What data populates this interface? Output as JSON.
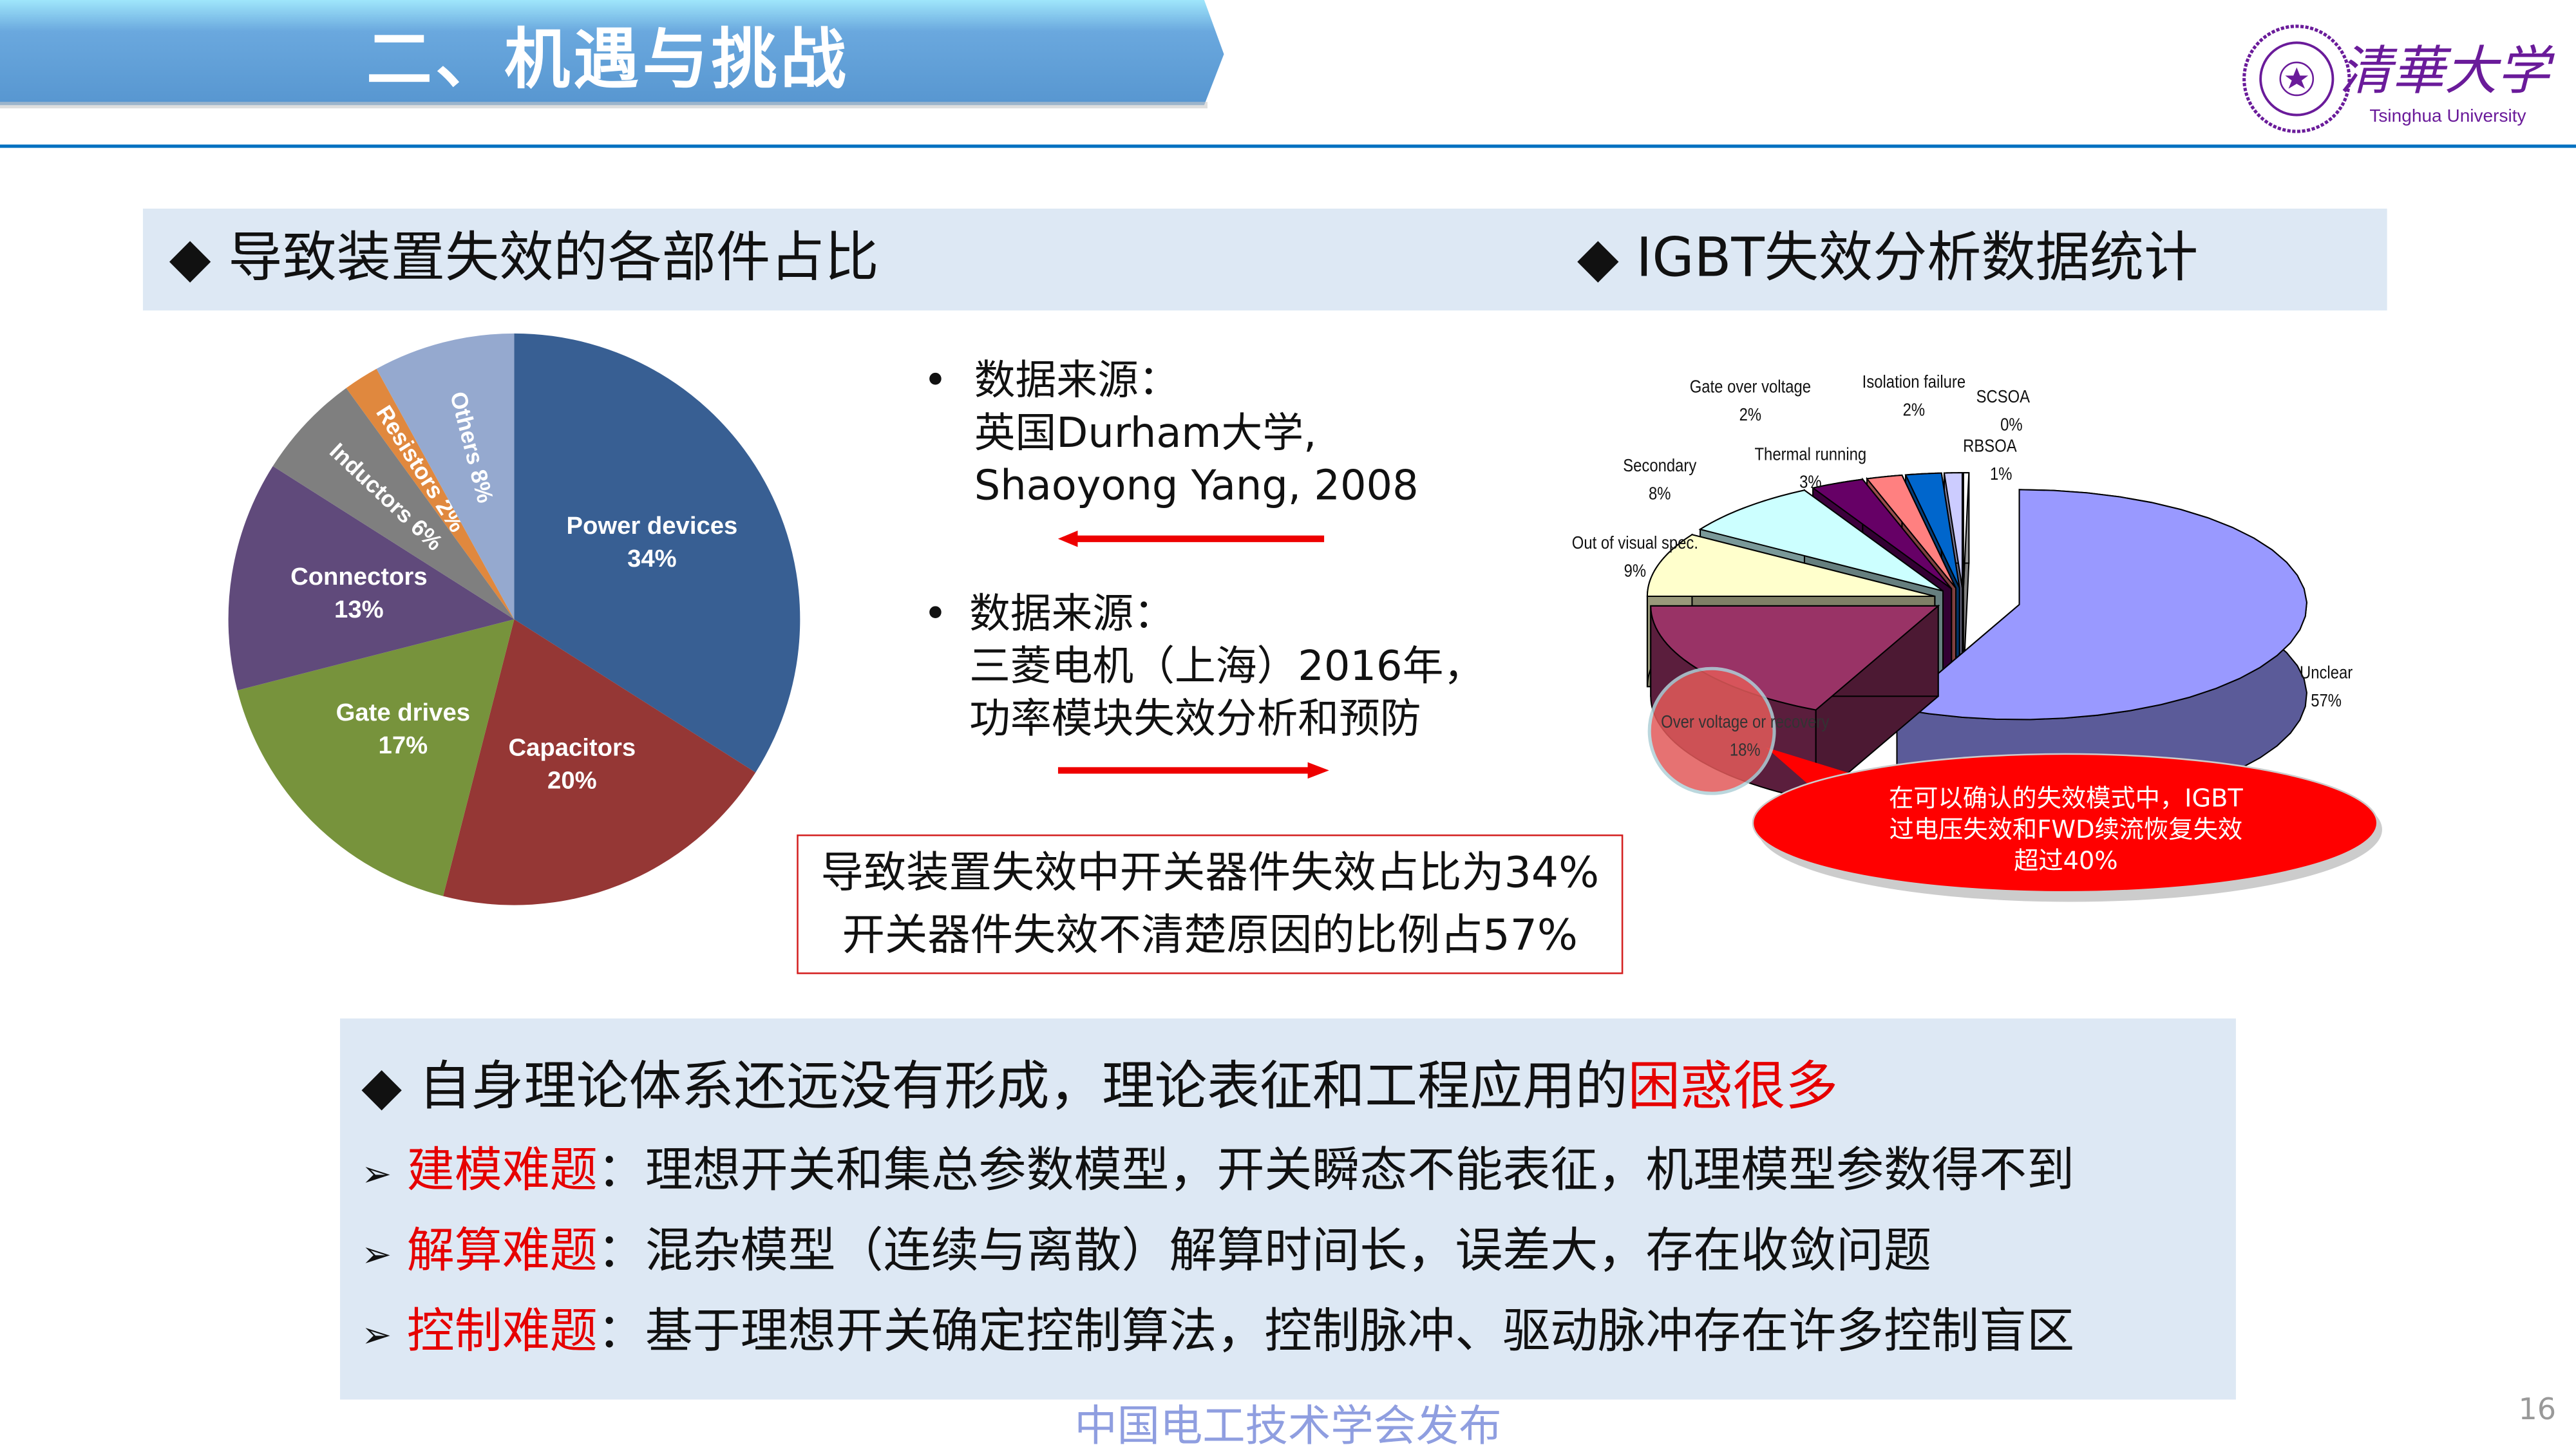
{
  "header": {
    "title": "二、机遇与挑战",
    "logo_text": "清華大学",
    "logo_subtext": "Tsinghua University"
  },
  "sections": {
    "left_title": "导致装置失效的各部件占比",
    "right_title": "IGBT失效分析数据统计",
    "bullet_diamond": "◆"
  },
  "sources": [
    {
      "bullet": "•",
      "lines": [
        "数据来源：",
        "英国Durham大学,",
        "Shaoyong Yang, 2008"
      ]
    },
    {
      "bullet": "•",
      "lines": [
        "数据来源：",
        "三菱电机（上海）2016年，",
        "功率模块失效分析和预防"
      ]
    }
  ],
  "summary_box": {
    "lines": [
      "导致装置失效中开关器件失效占比为34%",
      "开关器件失效不清楚原因的比例占57%"
    ]
  },
  "chart_data": [
    {
      "type": "pie",
      "categories": [
        "Power devices",
        "Capacitors",
        "Gate drives",
        "Connectors",
        "Inductors",
        "Resistors",
        "Others"
      ],
      "values": [
        34,
        20,
        17,
        13,
        6,
        2,
        8
      ],
      "labels": [
        "34%",
        "20%",
        "17%",
        "13%",
        "6%",
        "2%",
        "8%"
      ],
      "colors": [
        "#385f93",
        "#953735",
        "#77933c",
        "#604a7b",
        "#7f7f7f",
        "#e0883e",
        "#95a9cf"
      ]
    },
    {
      "type": "pie",
      "style": "3d-exploded",
      "categories": [
        "Unclear",
        "Over voltage or recovery",
        "Out of visual spec.",
        "Secondary",
        "Thermal running",
        "Gate over voltage",
        "Isolation failure",
        "RBSOA",
        "SCSOA"
      ],
      "values": [
        57,
        18,
        9,
        8,
        3,
        2,
        2,
        1,
        0
      ],
      "labels": [
        "57%",
        "18%",
        "9%",
        "8%",
        "3%",
        "2%",
        "2%",
        "1%",
        "0%"
      ],
      "colors": [
        "#9999ff",
        "#993366",
        "#ffffcc",
        "#ccffff",
        "#660066",
        "#ff8080",
        "#0066cc",
        "#ccccff",
        "#ffffff"
      ]
    }
  ],
  "callout": {
    "lines": [
      "在可以确认的失效模式中，IGBT",
      "过电压失效和FWD续流恢复失效",
      "超过40%"
    ]
  },
  "challenges": {
    "heading": "自身理论体系还远没有形成，理论表征和工程应用的",
    "heading_emphasis": "困惑很多",
    "items": [
      {
        "marker": "➢",
        "key": "建模难题",
        "text": "：理想开关和集总参数模型，开关瞬态不能表征，机理模型参数得不到"
      },
      {
        "marker": "➢",
        "key": "解算难题",
        "text": "：混杂模型（连续与离散）解算时间长，误差大，存在收敛问题"
      },
      {
        "marker": "➢",
        "key": "控制难题",
        "text": "：基于理想开关确定控制算法，控制脉冲、驱动脉冲存在许多控制盲区"
      }
    ]
  },
  "footer": {
    "text": "中国电工技术学会发布",
    "page": "16"
  },
  "colors": {
    "accent": "#0070c0",
    "band": "#dde8f4",
    "emphasis": "#e60000",
    "logo": "#6a1b9a"
  }
}
